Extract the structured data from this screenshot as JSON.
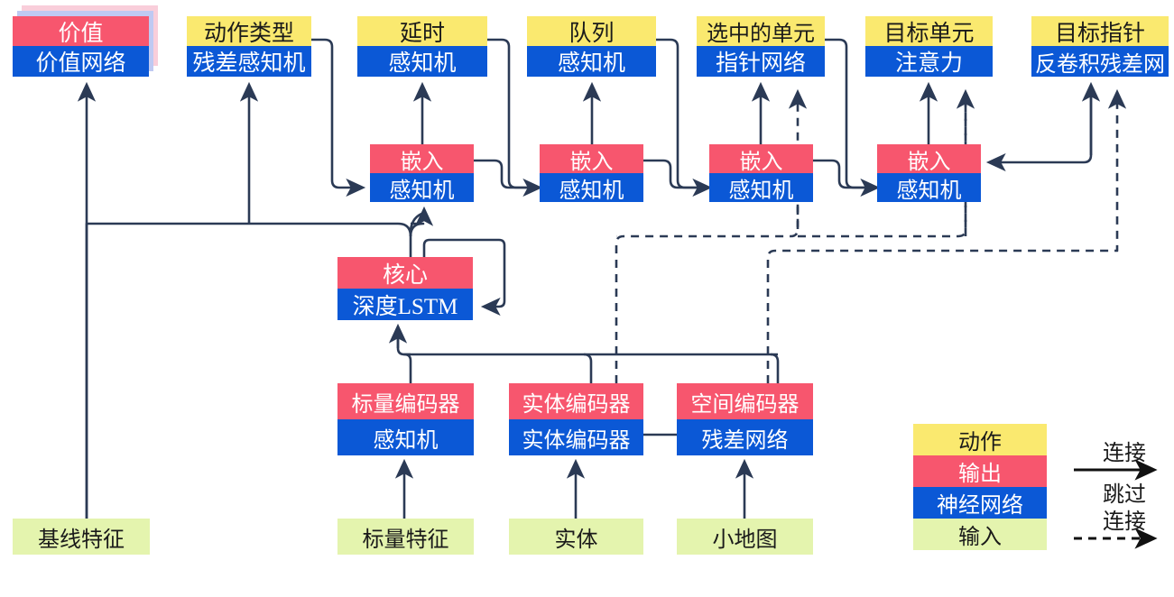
{
  "diagram": {
    "title": "Neural network agent architecture",
    "colors": {
      "action": "#FAE96F",
      "output": "#F7566E",
      "neural_network": "#0B58D6",
      "input": "#E4F4AE",
      "wire": "#2B3A55"
    },
    "nodes": [
      {
        "id": "value",
        "top_label": "价值",
        "bottom_label": "价值网络",
        "top_kind": "output",
        "bottom_kind": "nn",
        "stacked": true
      },
      {
        "id": "action_type",
        "top_label": "动作类型",
        "bottom_label": "残差感知机",
        "top_kind": "action",
        "bottom_kind": "nn",
        "stacked": false
      },
      {
        "id": "delay",
        "top_label": "延时",
        "bottom_label": "感知机",
        "top_kind": "action",
        "bottom_kind": "nn",
        "stacked": false
      },
      {
        "id": "queue",
        "top_label": "队列",
        "bottom_label": "感知机",
        "top_kind": "action",
        "bottom_kind": "nn",
        "stacked": false
      },
      {
        "id": "selected_units",
        "top_label": "选中的单元",
        "bottom_label": "指针网络",
        "top_kind": "action",
        "bottom_kind": "nn",
        "stacked": false
      },
      {
        "id": "target_unit",
        "top_label": "目标单元",
        "bottom_label": "注意力",
        "top_kind": "action",
        "bottom_kind": "nn",
        "stacked": false
      },
      {
        "id": "target_pointer",
        "top_label": "目标指针",
        "bottom_label": "反卷积残差网",
        "top_kind": "action",
        "bottom_kind": "nn",
        "stacked": false
      },
      {
        "id": "embed1",
        "top_label": "嵌入",
        "bottom_label": "感知机",
        "top_kind": "output",
        "bottom_kind": "nn",
        "stacked": false
      },
      {
        "id": "embed2",
        "top_label": "嵌入",
        "bottom_label": "感知机",
        "top_kind": "output",
        "bottom_kind": "nn",
        "stacked": false
      },
      {
        "id": "embed3",
        "top_label": "嵌入",
        "bottom_label": "感知机",
        "top_kind": "output",
        "bottom_kind": "nn",
        "stacked": false
      },
      {
        "id": "embed4",
        "top_label": "嵌入",
        "bottom_label": "感知机",
        "top_kind": "output",
        "bottom_kind": "nn",
        "stacked": false
      },
      {
        "id": "core",
        "top_label": "核心",
        "bottom_label": "深度LSTM",
        "top_kind": "output",
        "bottom_kind": "nn",
        "stacked": false
      },
      {
        "id": "scalar_encoder",
        "top_label": "标量编码器",
        "bottom_label": "感知机",
        "top_kind": "output",
        "bottom_kind": "nn",
        "stacked": false
      },
      {
        "id": "entity_encoder",
        "top_label": "实体编码器",
        "bottom_label": "实体编码器",
        "top_kind": "output",
        "bottom_kind": "nn",
        "stacked": false
      },
      {
        "id": "spatial_encoder",
        "top_label": "空间编码器",
        "bottom_label": "残差网络",
        "top_kind": "output",
        "bottom_kind": "nn",
        "stacked": false
      }
    ],
    "inputs": [
      {
        "id": "baseline_features",
        "label": "基线特征"
      },
      {
        "id": "scalar_features",
        "label": "标量特征"
      },
      {
        "id": "entities",
        "label": "实体"
      },
      {
        "id": "minimap",
        "label": "小地图"
      }
    ],
    "legend": {
      "swatches": [
        {
          "id": "action",
          "label": "动作",
          "kind": "action"
        },
        {
          "id": "output",
          "label": "输出",
          "kind": "output"
        },
        {
          "id": "neural_network",
          "label": "神经网络",
          "kind": "nn"
        },
        {
          "id": "input",
          "label": "输入",
          "kind": "input"
        }
      ],
      "connection_label": "连接",
      "skip_label_line1": "跳过",
      "skip_label_line2": "连接"
    }
  }
}
